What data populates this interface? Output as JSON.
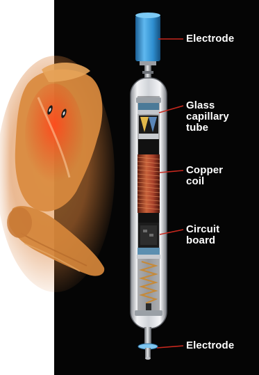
{
  "labels": {
    "electrode_top": "Electrode",
    "glass_capillary": [
      "Glass",
      "capillary",
      "tube"
    ],
    "copper_coil": [
      "Copper",
      "coil"
    ],
    "circuit_board": [
      "Circuit",
      "board"
    ],
    "electrode_bottom": "Electrode"
  },
  "colors": {
    "background": "#050505",
    "electrode_blue": "#2f8fd0",
    "copper": "#b04a2a",
    "glass": "#d9dbe0",
    "skin": "#d98a3e",
    "muscle_red": "#e03a1e",
    "leader_red": "#c8281e"
  }
}
